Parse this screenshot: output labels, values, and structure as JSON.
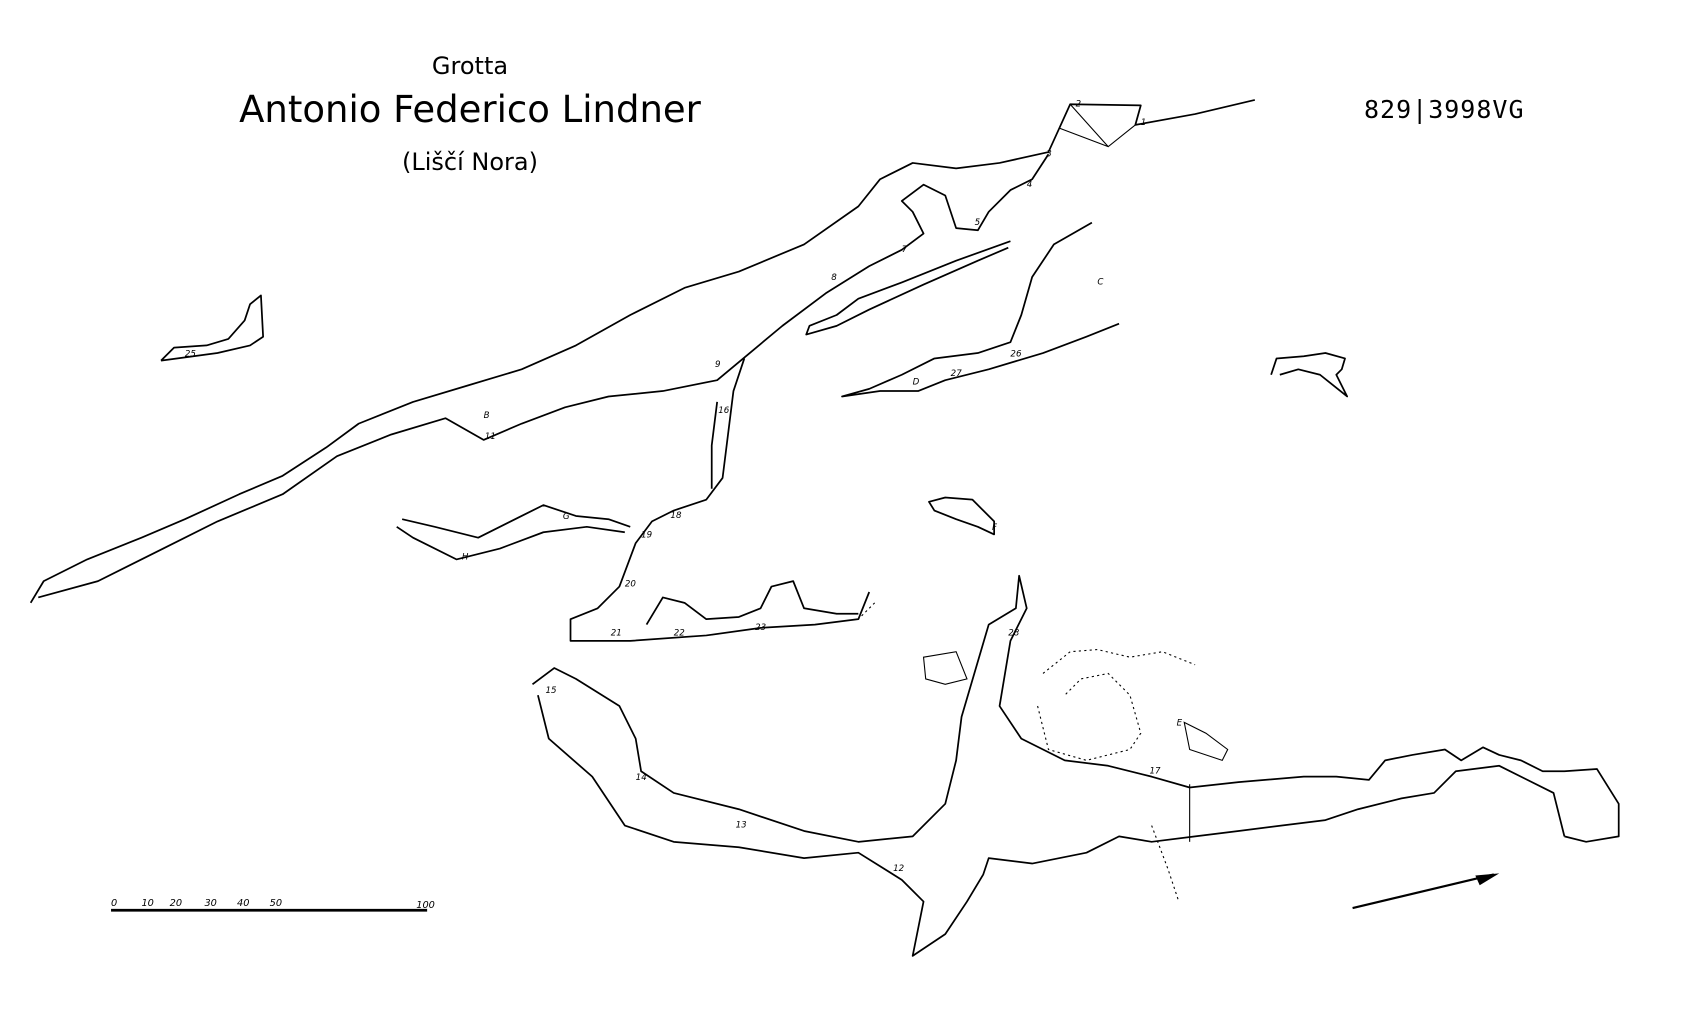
{
  "header": {
    "prefix": "Grotta",
    "title": "Antonio Federico Lindner",
    "subtitle": "(Liščí Nora)",
    "code": "829|3998VG"
  },
  "scale_bar": {
    "ticks": [
      "0",
      "10",
      "20",
      "30",
      "40",
      "50",
      "100"
    ]
  },
  "station_labels": [
    "2",
    "1",
    "3",
    "4",
    "5",
    "7",
    "8",
    "9",
    "11",
    "16",
    "18",
    "19",
    "20",
    "21",
    "22",
    "23",
    "25",
    "26",
    "27",
    "28",
    "B",
    "C",
    "D",
    "E",
    "F",
    "G",
    "H",
    "12",
    "13",
    "14",
    "15",
    "17"
  ]
}
